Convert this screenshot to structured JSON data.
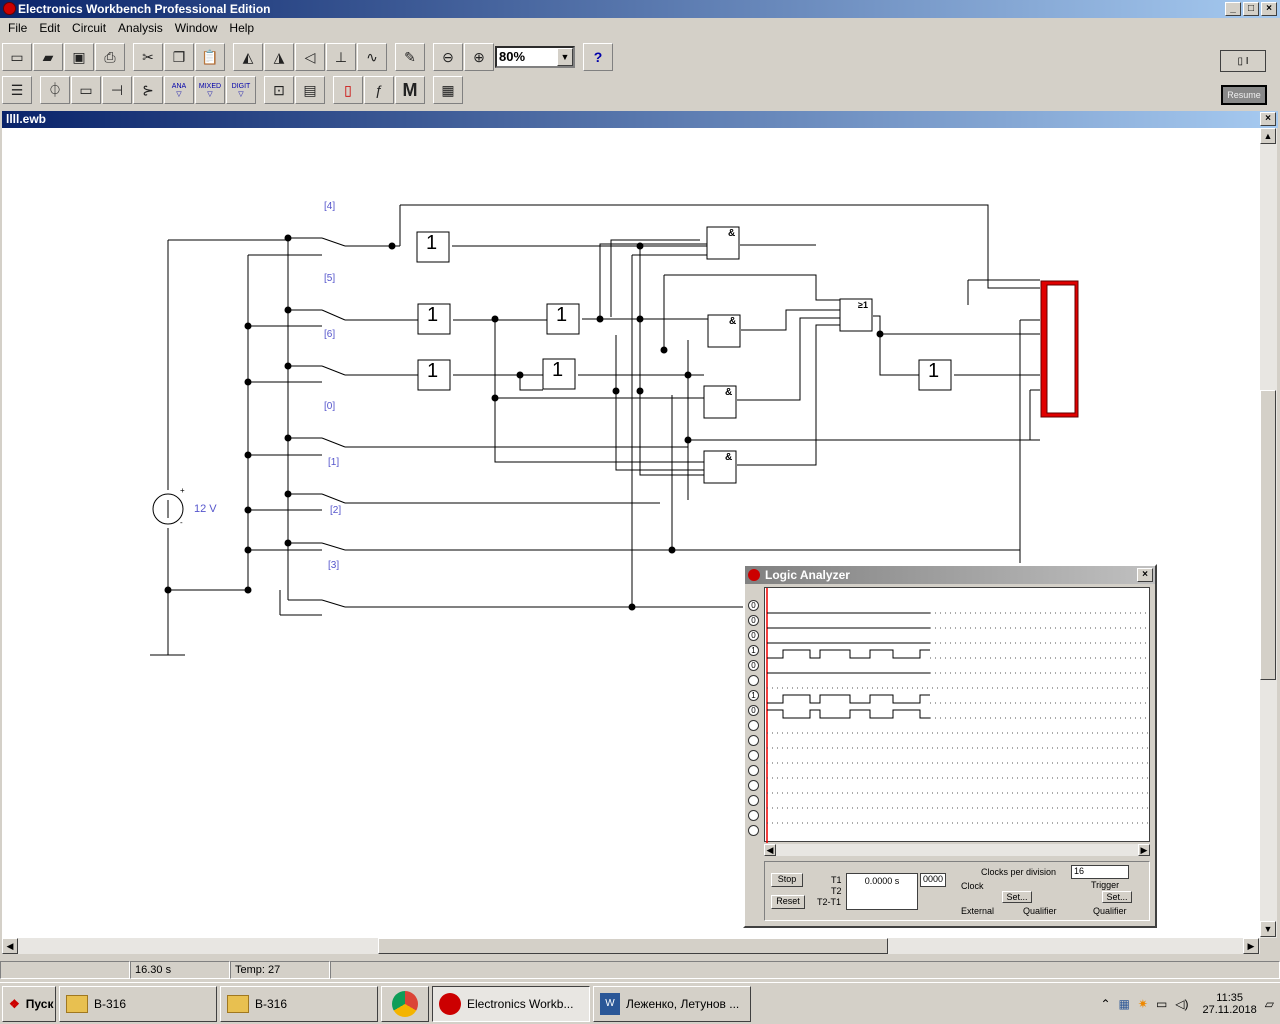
{
  "app": {
    "title": "Electronics Workbench Professional Edition"
  },
  "menu": [
    "File",
    "Edit",
    "Circuit",
    "Analysis",
    "Window",
    "Help"
  ],
  "toolbar": {
    "zoom": "80%",
    "help": "?",
    "resume": "Resume"
  },
  "parts_bar": {
    "ana": "ANA",
    "mixed": "MIXED",
    "digit": "DIGIT",
    "m": "M"
  },
  "doc": {
    "title": "llll.ewb"
  },
  "circuit": {
    "switch_labels": [
      "[4]",
      "[5]",
      "[6]",
      "[0]",
      "[1]",
      "[2]",
      "[3]"
    ],
    "source_label": "12 V",
    "plus": "+",
    "minus": "-",
    "not_label": "1",
    "and_label": "&",
    "or_label": "≥1"
  },
  "logic_analyzer": {
    "title": "Logic Analyzer",
    "channels": [
      "0",
      "0",
      "0",
      "1",
      "0",
      "",
      "1",
      "0",
      "",
      "",
      "",
      "",
      "",
      "",
      "",
      ""
    ],
    "stop": "Stop",
    "reset": "Reset",
    "t1": "T1",
    "t2": "T2",
    "t2t1": "T2-T1",
    "time_value": "0.0000  s",
    "hex_value": "0000",
    "clocks_per_div_label": "Clocks per division",
    "clocks_per_div": "16",
    "clock": "Clock",
    "trigger": "Trigger",
    "set": "Set...",
    "external": "External",
    "qualifier": "Qualifier"
  },
  "status": {
    "time": "16.30 s",
    "temp": "Temp:  27"
  },
  "taskbar": {
    "start": "Пуск",
    "items": [
      "B-316",
      "B-316",
      "Electronics Workb...",
      "Леженко, Летунов ..."
    ],
    "clock_time": "11:35",
    "clock_date": "27.11.2018"
  }
}
